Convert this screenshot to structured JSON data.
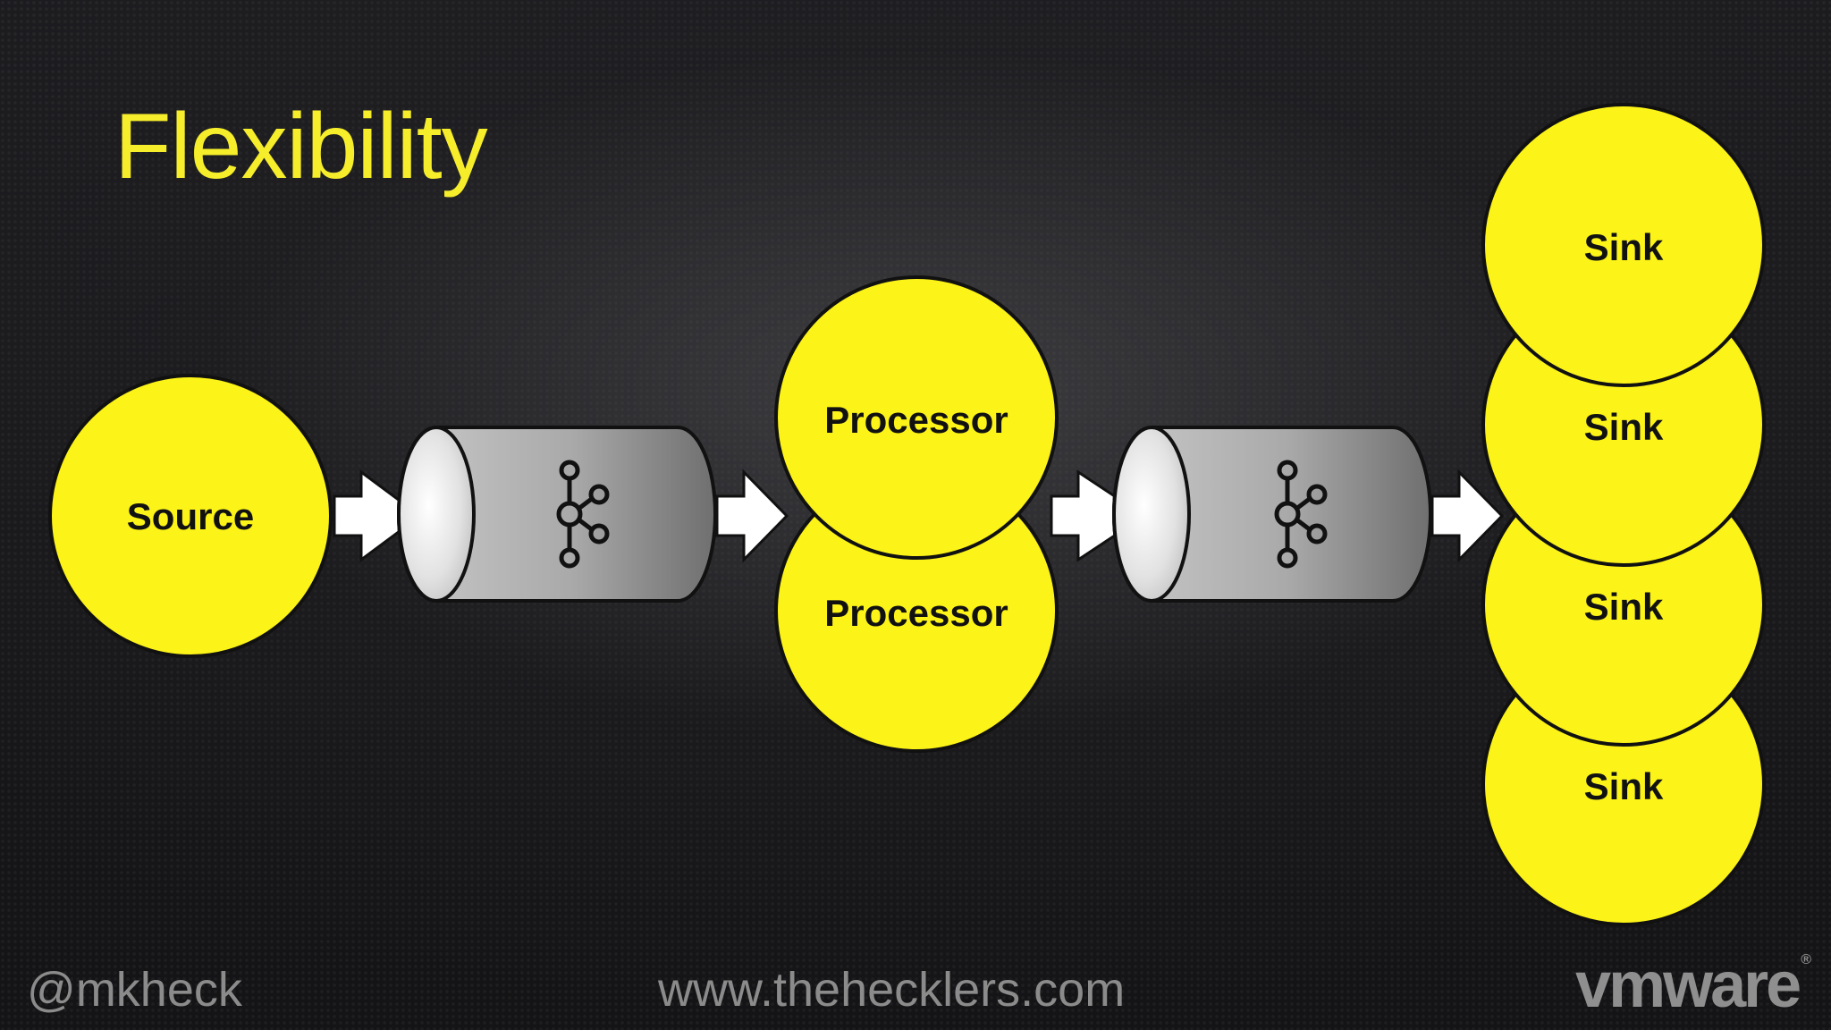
{
  "slide": {
    "title": "Flexibility"
  },
  "diagram": {
    "source_label": "Source",
    "processor_labels": [
      "Processor",
      "Processor"
    ],
    "sink_labels": [
      "Sink",
      "Sink",
      "Sink",
      "Sink"
    ],
    "topic_icon": "kafka-topic-icon",
    "arrow_icon": "right-arrow-icon"
  },
  "footer": {
    "handle": "@mkheck",
    "url": "www.thehecklers.com",
    "logo": "vmware",
    "logo_mark": "®"
  },
  "colors": {
    "accent": "#f7ee2b",
    "node_fill": "#fcf318",
    "footer_text": "#8b8b8b"
  }
}
